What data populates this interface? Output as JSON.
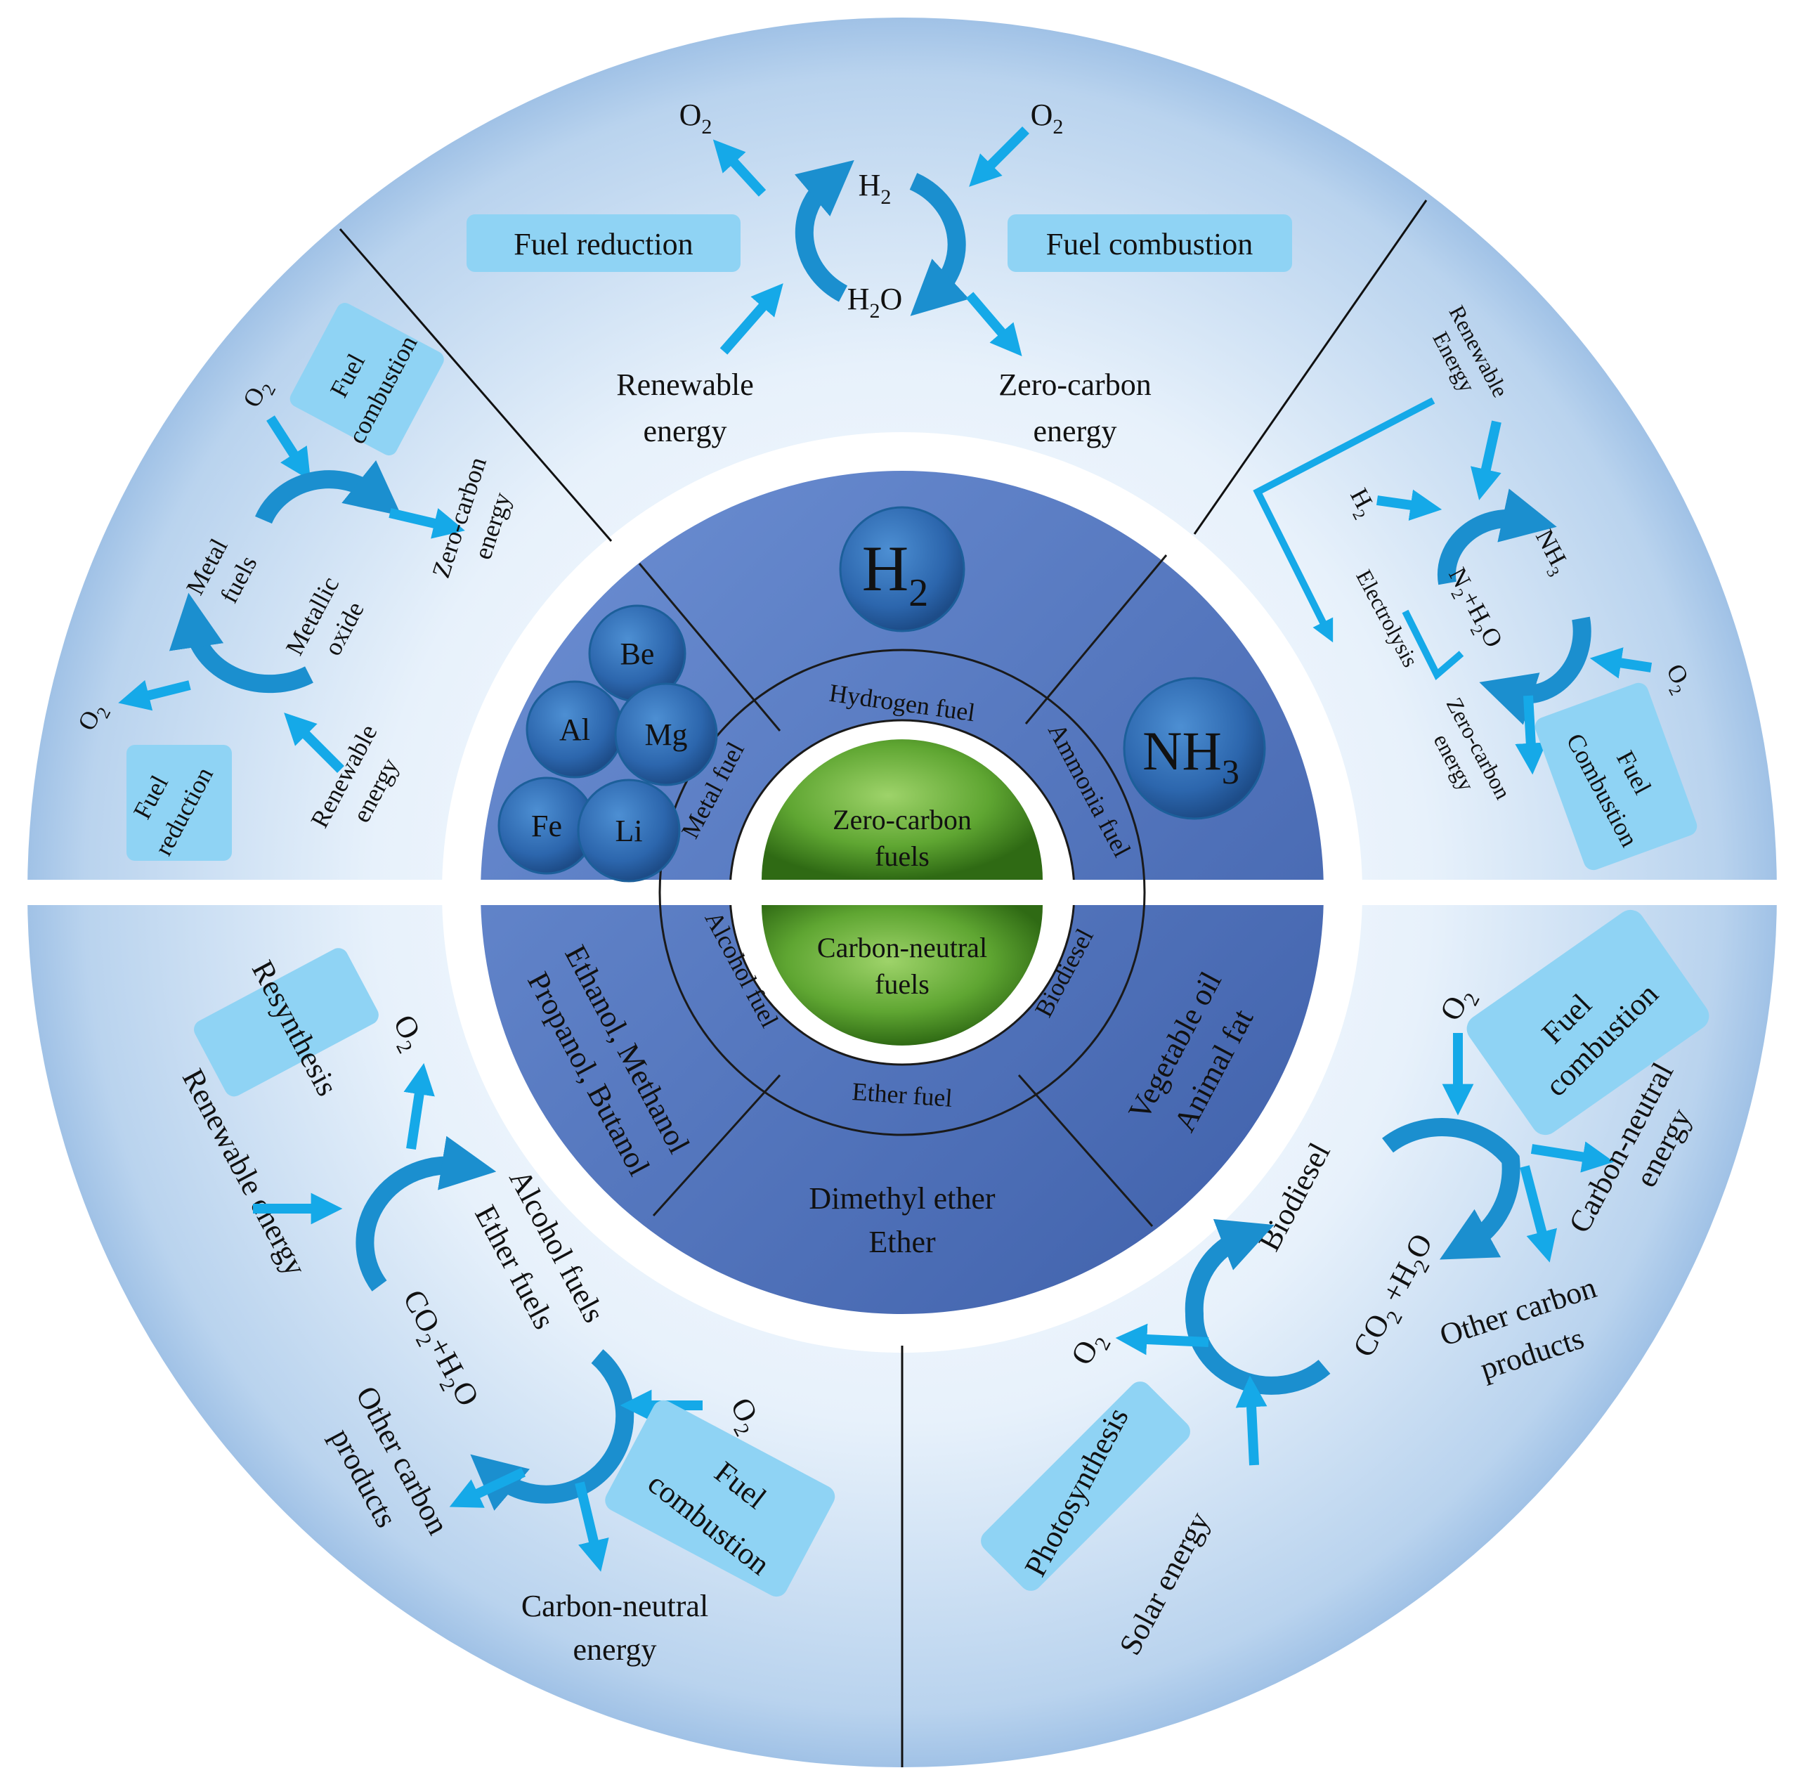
{
  "colors": {
    "outer_ring_light": "#e8f2fb",
    "outer_ring_mid": "#a9c8ea",
    "outer_ring_dark": "#6f9fd6",
    "inner_disk": "#5a7fc6",
    "inner_disk_dark": "#3d5ea8",
    "core_green": "#6cb33f",
    "core_green_dark": "#3e7b1e",
    "label_box": "#8fd3f4",
    "arrow_blue": "#15a9e8",
    "arc_blue": "#1b8fcf",
    "ball_blue": "#2f6fb8"
  },
  "core": {
    "top": [
      "Zero-carbon",
      "fuels"
    ],
    "bottom": [
      "Carbon-neutral",
      "fuels"
    ]
  },
  "inner_ring": {
    "hydrogen_fuel": "Hydrogen fuel",
    "ammonia_fuel": "Ammonia fuel",
    "metal_fuel": "Metal fuel",
    "alcohol_fuel": "Alcohol fuel",
    "ether_fuel": "Ether fuel",
    "biodiesel": "Biodiesel"
  },
  "inner_sectors": {
    "h2_ball": {
      "main": "H",
      "sub": "2"
    },
    "nh3_ball": {
      "main": "NH",
      "sub": "3"
    },
    "metals": [
      "Be",
      "Al",
      "Mg",
      "Fe",
      "Li"
    ],
    "alcohols": [
      "Ethanol, Methanol",
      "Propanol, Butanol"
    ],
    "ethers": [
      "Dimethyl ether",
      "Ether"
    ],
    "biodiesel_sources": [
      "Vegetable oil",
      "Animal fat"
    ]
  },
  "hydrogen_cycle": {
    "o2_left": {
      "main": "O",
      "sub": "2"
    },
    "o2_right": {
      "main": "O",
      "sub": "2"
    },
    "h2": {
      "main": "H",
      "sub": "2"
    },
    "h2o": {
      "main": "H",
      "sub": "2",
      "tail": "O"
    },
    "fuel_reduction": "Fuel reduction",
    "fuel_combustion": "Fuel combustion",
    "renewable": [
      "Renewable",
      "energy"
    ],
    "zero_carbon": [
      "Zero-carbon",
      "energy"
    ]
  },
  "metal_cycle": {
    "o2_top": {
      "main": "O",
      "sub": "2"
    },
    "o2_left": {
      "main": "O",
      "sub": "2"
    },
    "fuel_combustion": [
      "Fuel",
      "combustion"
    ],
    "fuel_reduction": [
      "Fuel",
      "reduction"
    ],
    "zero_carbon": [
      "Zero-carbon",
      "energy"
    ],
    "metal_fuels": [
      "Metal",
      "fuels"
    ],
    "metallic_oxide": [
      "Metallic",
      "oxide"
    ],
    "renewable": [
      "Renewable",
      "energy"
    ]
  },
  "ammonia_cycle": {
    "renewable": [
      "Renewable",
      "Energy"
    ],
    "h2": {
      "main": "H",
      "sub": "2"
    },
    "nh3": {
      "main": "NH",
      "sub": "3"
    },
    "electrolysis": "Electrolysis",
    "n2h2o": {
      "a": "N",
      "a_sub": "2",
      "b": "+H",
      "b_sub": "2",
      "c": "O"
    },
    "o2": {
      "main": "O",
      "sub": "2"
    },
    "zero_carbon": [
      "Zero-carbon",
      "energy"
    ],
    "fuel_combustion": [
      "Fuel",
      "Combustion"
    ]
  },
  "alcohol_cycle": {
    "resynthesis": "Resynthesis",
    "o2_top": {
      "main": "O",
      "sub": "2"
    },
    "renewable": "Renewable energy",
    "alcohol_fuels": "Alcohol fuels",
    "ether_fuels": "Ether fuels",
    "co2h2o": {
      "a": "CO",
      "a_sub": "2",
      "b": "+H",
      "b_sub": "2",
      "c": "O"
    },
    "o2_right": {
      "main": "O",
      "sub": "2"
    },
    "other_carbon": [
      "Other carbon",
      "products"
    ],
    "fuel_combustion": [
      "Fuel",
      "combustion"
    ],
    "carbon_neutral": [
      "Carbon-neutral",
      "energy"
    ]
  },
  "biodiesel_cycle": {
    "o2_top": {
      "main": "O",
      "sub": "2"
    },
    "fuel_combustion": [
      "Fuel",
      "combustion"
    ],
    "biodiesel": "Biodiesel",
    "carbon_neutral": [
      "Carbon-neutral",
      "energy"
    ],
    "co2h2o": {
      "a": "CO",
      "a_sub": "2",
      "b": " +H",
      "b_sub": "2",
      "c": "O"
    },
    "other_carbon": [
      "Other carbon",
      "products"
    ],
    "o2_left": {
      "main": "O",
      "sub": "2"
    },
    "photosynthesis": "Photosynthesis",
    "solar": "Solar energy"
  }
}
